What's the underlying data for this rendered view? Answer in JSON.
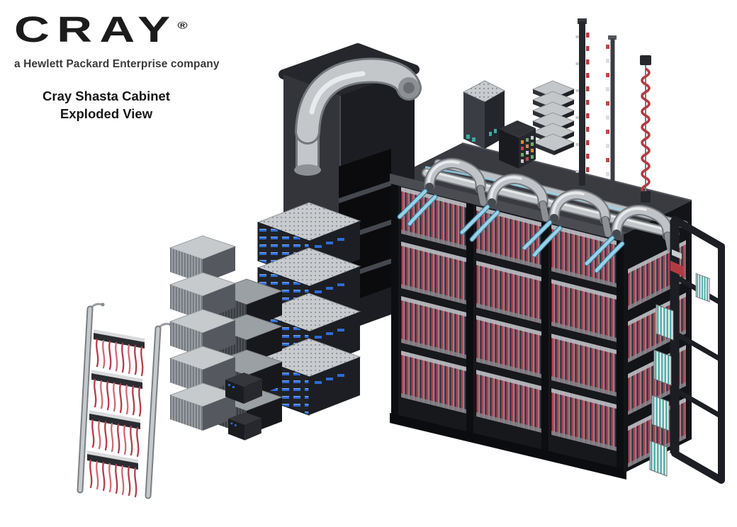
{
  "branding": {
    "logo_text": "CRAY",
    "registered_mark": "®",
    "tagline": "a Hewlett Packard Enterprise company"
  },
  "title": {
    "line1": "Cray Shasta Cabinet",
    "line2": "Exploded View"
  },
  "illustration": {
    "subject": "Cray Shasta cabinet exploded view rendering",
    "colors": {
      "chassis_dark": "#17181c",
      "deck_gray": "#3a3b41",
      "pipe_silver": "#c4c7ca",
      "coolant_hose_blue": "#9ad2e8",
      "cable_red": "#b43d4b",
      "led_blue": "#2e6bd6",
      "slot_teal": "#45a8a3"
    }
  }
}
